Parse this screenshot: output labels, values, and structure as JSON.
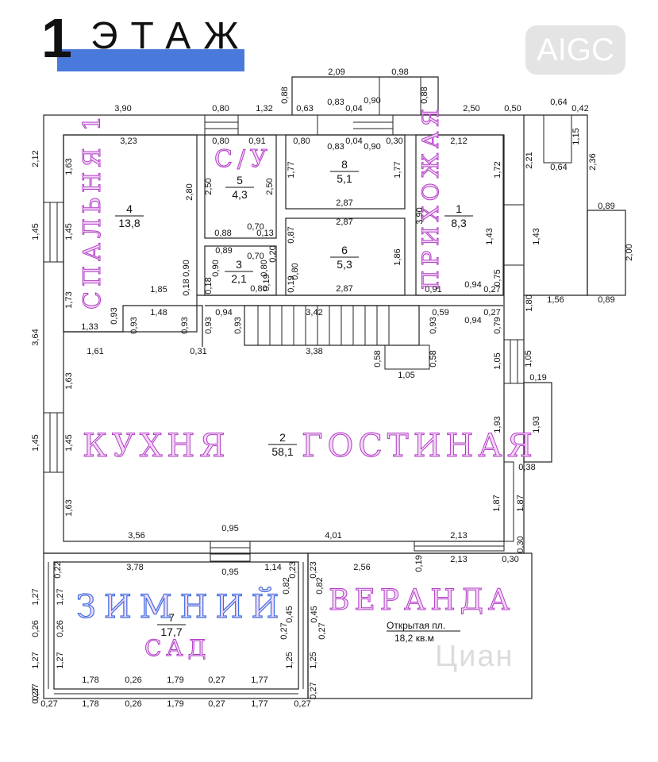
{
  "header": {
    "number": "1",
    "word": "ЭТАЖ",
    "badge": "AIGC",
    "bar_color": "#4a79dc"
  },
  "watermark": "Циан",
  "room_names": {
    "spalnya": "СПАЛЬНЯ 1",
    "su": "С/У",
    "prihozhaya": "ПРИХОЖАЯ",
    "kuhnya": "КУХНЯ",
    "gostinaya": "ГОСТИНАЯ",
    "zimniy": "ЗИМНИЙ",
    "sad": "САД",
    "veranda": "ВЕРАНДА"
  },
  "rooms": [
    {
      "id": "r1",
      "num": "1",
      "area": "8,3"
    },
    {
      "id": "r2",
      "num": "2",
      "area": "58,1"
    },
    {
      "id": "r3",
      "num": "3",
      "area": "2,1"
    },
    {
      "id": "r4",
      "num": "4",
      "area": "13,8"
    },
    {
      "id": "r5",
      "num": "5",
      "area": "4,3"
    },
    {
      "id": "r6",
      "num": "6",
      "area": "5,3"
    },
    {
      "id": "r7",
      "num": "7",
      "area": "17,7"
    },
    {
      "id": "r8",
      "num": "8",
      "area": "5,1"
    }
  ],
  "veranda_note": {
    "line1": "Открытая пл.",
    "line2": "18,2 кв.м"
  },
  "dims": {
    "d1": "3,90",
    "d2": "0,80",
    "d3": "1,32",
    "d4": "2,50",
    "d5": "0,50",
    "d6": "0,64",
    "d7": "0,42",
    "d8": "2,09",
    "d9": "0,98",
    "d10": "0,88",
    "d11": "0,88",
    "d12": "0,63",
    "d13": "0,83",
    "d14": "0,04",
    "d15": "0,90",
    "d16": "3,23",
    "d17": "0,80",
    "d18": "0,91",
    "d19": "0,80",
    "d20": "0,83",
    "d21": "0,04",
    "d22": "0,90",
    "d23": "0,30",
    "d24": "2,12",
    "d25": "2,12",
    "d26": "1,63",
    "d27": "2,80",
    "d28": "2,50",
    "d29": "2,50",
    "d30": "1,77",
    "d31": "1,77",
    "d32": "1,72",
    "d33": "1,15",
    "d34": "0,64",
    "d35": "2,21",
    "d36": "2,36",
    "d37": "2,87",
    "d38": "3,90",
    "d39": "0,89",
    "d40": "1,45",
    "d41": "1,45",
    "d42": "0,88",
    "d43": "0,70",
    "d44": "0,13",
    "d45": "2,87",
    "d46": "0,87",
    "d47": "1,43",
    "d48": "1,43",
    "d49": "2,00",
    "d50": "0,89",
    "d51": "0,70",
    "d52": "0,20",
    "d53": "1,86",
    "d54": "0,90",
    "d55": "0,90",
    "d56": "0,18",
    "d57": "0,18",
    "d58": "0,80",
    "d59": "0,80",
    "d60": "0,19",
    "d61": "0,19",
    "d62": "0,75",
    "d63": "1,73",
    "d64": "1,85",
    "d65": "0,80",
    "d66": "2,87",
    "d67": "0,91",
    "d68": "0,94",
    "d69": "0,27",
    "d70": "0,89",
    "d71": "1,80",
    "d72": "1,56",
    "d73": "0,93",
    "d74": "1,48",
    "d75": "0,94",
    "d76": "3,42",
    "d77": "0,59",
    "d78": "0,94",
    "d79": "0,27",
    "d80": "3,64",
    "d81": "1,33",
    "d82": "0,93",
    "d83": "0,93",
    "d84": "0,93",
    "d85": "0,93",
    "d86": "0,93",
    "d87": "0,79",
    "d88": "1,61",
    "d89": "0,31",
    "d90": "3,38",
    "d91": "0,58",
    "d92": "0,58",
    "d93": "1,05",
    "d94": "1,05",
    "d95": "0,19",
    "d96": "1,05",
    "d97": "1,63",
    "d98": "1,93",
    "d99": "1,93",
    "d100": "1,45",
    "d101": "1,45",
    "d102": "0,38",
    "d103": "1,63",
    "d104": "1,87",
    "d105": "1,87",
    "d106": "0,30",
    "d107": "0,95",
    "d108": "3,56",
    "d109": "4,01",
    "d110": "2,13",
    "d111": "2,13",
    "d112": "0,30",
    "d113": "0,19",
    "d114": "0,95",
    "d115": "3,78",
    "d116": "1,14",
    "d117": "2,56",
    "d118": "0,22",
    "d119": "0,23",
    "d120": "0,23",
    "d121": "1,27",
    "d122": "1,27",
    "d123": "0,82",
    "d124": "0,82",
    "d125": "0,26",
    "d126": "0,26",
    "d127": "0,45",
    "d128": "0,45",
    "d129": "0,27",
    "d130": "0,27",
    "d131": "1,27",
    "d132": "1,27",
    "d133": "1,25",
    "d134": "1,25",
    "d135": "1,78",
    "d136": "0,26",
    "d137": "1,79",
    "d138": "0,27",
    "d139": "1,77",
    "d140": "0,27",
    "d141": "0,27",
    "d142": "0,27",
    "d143": "0,27",
    "d144": "1,78",
    "d145": "0,26",
    "d146": "1,79",
    "d147": "0,27",
    "d148": "1,77",
    "d149": "0,27"
  }
}
